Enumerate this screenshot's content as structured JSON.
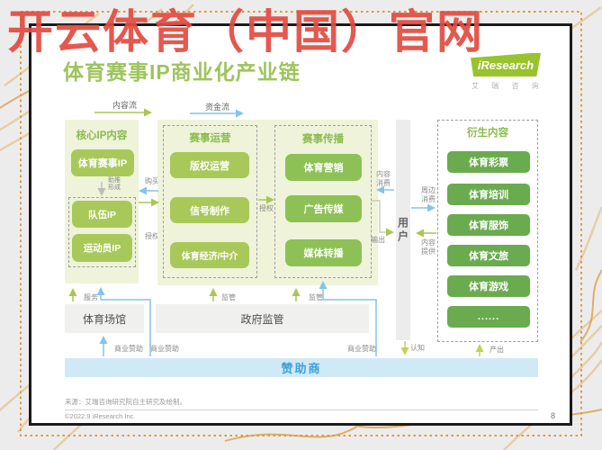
{
  "watermark": "开云体育（中国）官网",
  "title": "体育赛事IP商业化产业链",
  "logo": {
    "brand": "iResearch",
    "brand_cn": "艾 瑞 咨 询"
  },
  "legend": {
    "content_flow": "内容流",
    "capital_flow": "资金流"
  },
  "core_ip": {
    "heading": "核心IP内容",
    "event_ip": "体育赛事IP",
    "assist": "助推\n形成",
    "team_ip": "队伍IP",
    "athlete_ip": "运动员IP"
  },
  "operation": {
    "heading": "赛事运营",
    "items": [
      "版权运营",
      "信号制作",
      "体育经济/中介"
    ]
  },
  "broadcast": {
    "heading": "赛事传播",
    "items": [
      "体育营销",
      "广告传媒",
      "媒体转播"
    ]
  },
  "user": {
    "label": "用户"
  },
  "derivative": {
    "heading": "衍生内容",
    "items": [
      "体育彩票",
      "体育培训",
      "体育服饰",
      "体育文旅",
      "体育游戏",
      "......"
    ]
  },
  "labels": {
    "buy": "购买",
    "authorize1": "授权",
    "authorize2": "授权",
    "content_consume": "内容\n消费",
    "output": "输出",
    "around_consume": "周边\n消费",
    "content_provide": "内容\n提供",
    "service": "服务",
    "supervise1": "监管",
    "supervise2": "监管",
    "sponsor1": "商业赞助",
    "sponsor2": "商业赞助",
    "sponsor3": "商业赞助",
    "cognition": "认知",
    "produce": "产出"
  },
  "bottom": {
    "venue": "体育场馆",
    "government": "政府监管",
    "sponsor_bar": "赞助商"
  },
  "footer": {
    "source": "来源：艾瑞咨询研究院自主研究及绘制。",
    "copyright": "©2022.9 iResearch Inc.",
    "page": "8"
  },
  "colors": {
    "title_green": "#9ec45c",
    "box_yellow_green": "#a8c959",
    "box_mid_green": "#8dc156",
    "box_deep_green": "#6bab4f",
    "panel_bg": "#eef3da",
    "arrow_green": "#a9c653",
    "arrow_blue": "#85c4e8",
    "arrow_yellow": "#c6d054",
    "sponsor_blue_bg": "#cfe9f7",
    "sponsor_blue_text": "#3fa0d8",
    "watermark_red": "#e24b41",
    "frame_orange": "#db9a3f"
  }
}
